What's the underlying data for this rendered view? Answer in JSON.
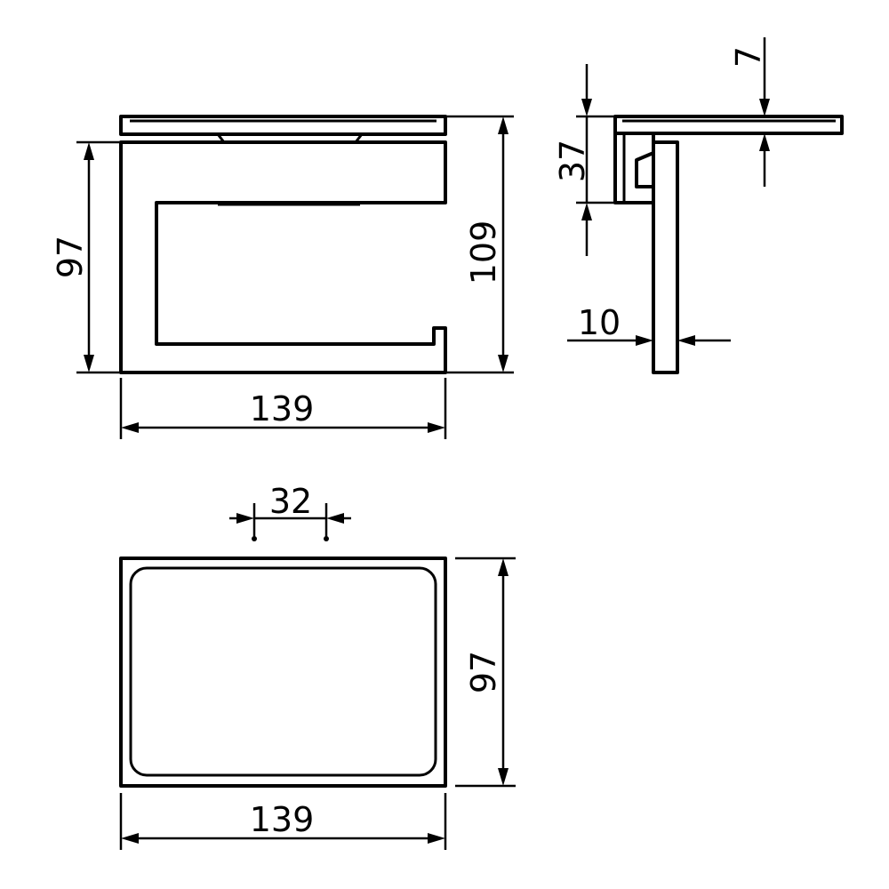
{
  "dimensions": {
    "front_height": "97",
    "front_total_height": "109",
    "front_width": "139",
    "side_height": "37",
    "side_shelf_thickness": "7",
    "side_wall_thickness": "10",
    "top_width": "139",
    "top_depth": "97",
    "top_hole_spacing": "32"
  },
  "colors": {
    "line": "#000000",
    "background": "#ffffff"
  }
}
